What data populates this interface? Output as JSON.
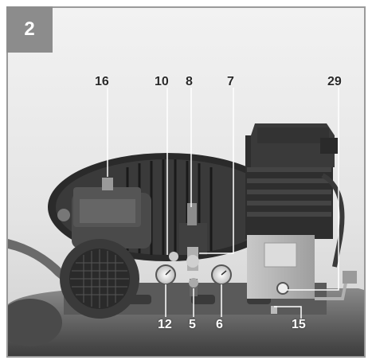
{
  "figure": {
    "number": "2"
  },
  "callouts": {
    "c16": "16",
    "c10": "10",
    "c8": "8",
    "c7": "7",
    "c29": "29",
    "c12": "12",
    "c5": "5",
    "c6": "6",
    "c15": "15"
  },
  "colors": {
    "frame": "#9a9a9a",
    "badge": "#8c8c8c",
    "label": "#2a2a2a",
    "background": "#e6e6e6"
  }
}
